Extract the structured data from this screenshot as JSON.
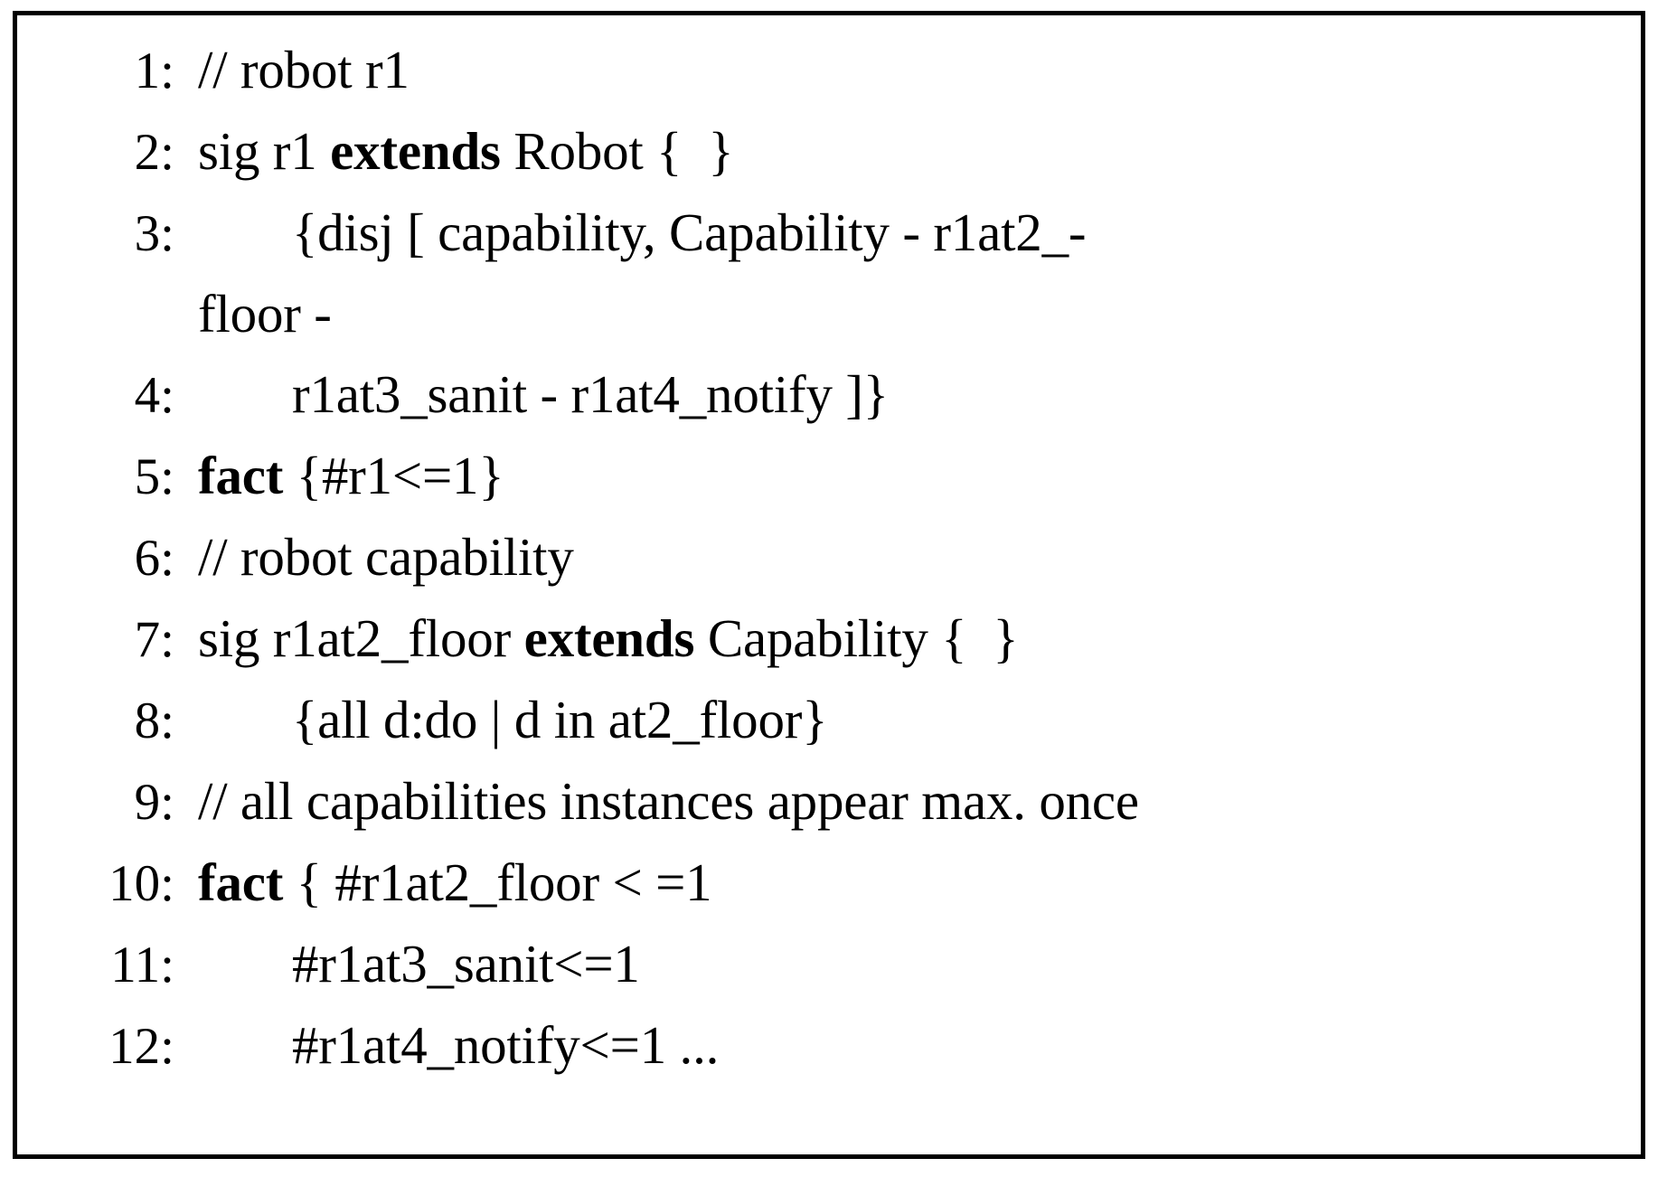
{
  "figure": {
    "name": "alloy-code-listing",
    "border_color": "#000000",
    "background_color": "#ffffff",
    "text_color": "#000000"
  },
  "listing": {
    "lines": [
      {
        "number": "1:",
        "indent": 0,
        "segments": [
          {
            "text": "// robot r1",
            "bold": false
          }
        ],
        "plain": "// robot r1"
      },
      {
        "number": "2:",
        "indent": 0,
        "segments": [
          {
            "text": "sig r1 ",
            "bold": false
          },
          {
            "text": "extends",
            "bold": true
          },
          {
            "text": " Robot {  }",
            "bold": false
          }
        ],
        "plain": "sig r1 extends Robot {  }"
      },
      {
        "number": "3:",
        "indent": 1,
        "segments": [
          {
            "text": "{disj [ capability, Capability - r1at2_-",
            "bold": false
          }
        ],
        "plain": "{disj [ capability, Capability - r1at2_-"
      },
      {
        "number": "",
        "indent": 0,
        "continuation": true,
        "segments": [
          {
            "text": "floor -",
            "bold": false
          }
        ],
        "plain": "floor -"
      },
      {
        "number": "4:",
        "indent": 1,
        "segments": [
          {
            "text": "r1at3_sanit - r1at4_notify ]}",
            "bold": false
          }
        ],
        "plain": "r1at3_sanit - r1at4_notify ]}"
      },
      {
        "number": "5:",
        "indent": 0,
        "segments": [
          {
            "text": "fact",
            "bold": true
          },
          {
            "text": " {#r1<=1}",
            "bold": false
          }
        ],
        "plain": "fact {#r1<=1}"
      },
      {
        "number": "6:",
        "indent": 0,
        "segments": [
          {
            "text": "// robot capability",
            "bold": false
          }
        ],
        "plain": "// robot capability"
      },
      {
        "number": "7:",
        "indent": 0,
        "segments": [
          {
            "text": "sig r1at2_floor ",
            "bold": false
          },
          {
            "text": "extends",
            "bold": true
          },
          {
            "text": " Capability {  }",
            "bold": false
          }
        ],
        "plain": "sig r1at2_floor extends Capability {  }"
      },
      {
        "number": "8:",
        "indent": 1,
        "segments": [
          {
            "text": "{all d:do | d in at2_floor}",
            "bold": false
          }
        ],
        "plain": "{all d:do | d in at2_floor}"
      },
      {
        "number": "9:",
        "indent": 0,
        "segments": [
          {
            "text": "// all capabilities instances appear max. once",
            "bold": false
          }
        ],
        "plain": "// all capabilities instances appear max. once"
      },
      {
        "number": "10:",
        "indent": 0,
        "segments": [
          {
            "text": "fact",
            "bold": true
          },
          {
            "text": " { #r1at2_floor < =1",
            "bold": false
          }
        ],
        "plain": "fact { #r1at2_floor < =1"
      },
      {
        "number": "11:",
        "indent": 1,
        "segments": [
          {
            "text": "#r1at3_sanit<=1",
            "bold": false
          }
        ],
        "plain": "#r1at3_sanit<=1"
      },
      {
        "number": "12:",
        "indent": 1,
        "segments": [
          {
            "text": "#r1at4_notify<=1 ...",
            "bold": false
          }
        ],
        "plain": "#r1at4_notify<=1 ..."
      }
    ]
  }
}
